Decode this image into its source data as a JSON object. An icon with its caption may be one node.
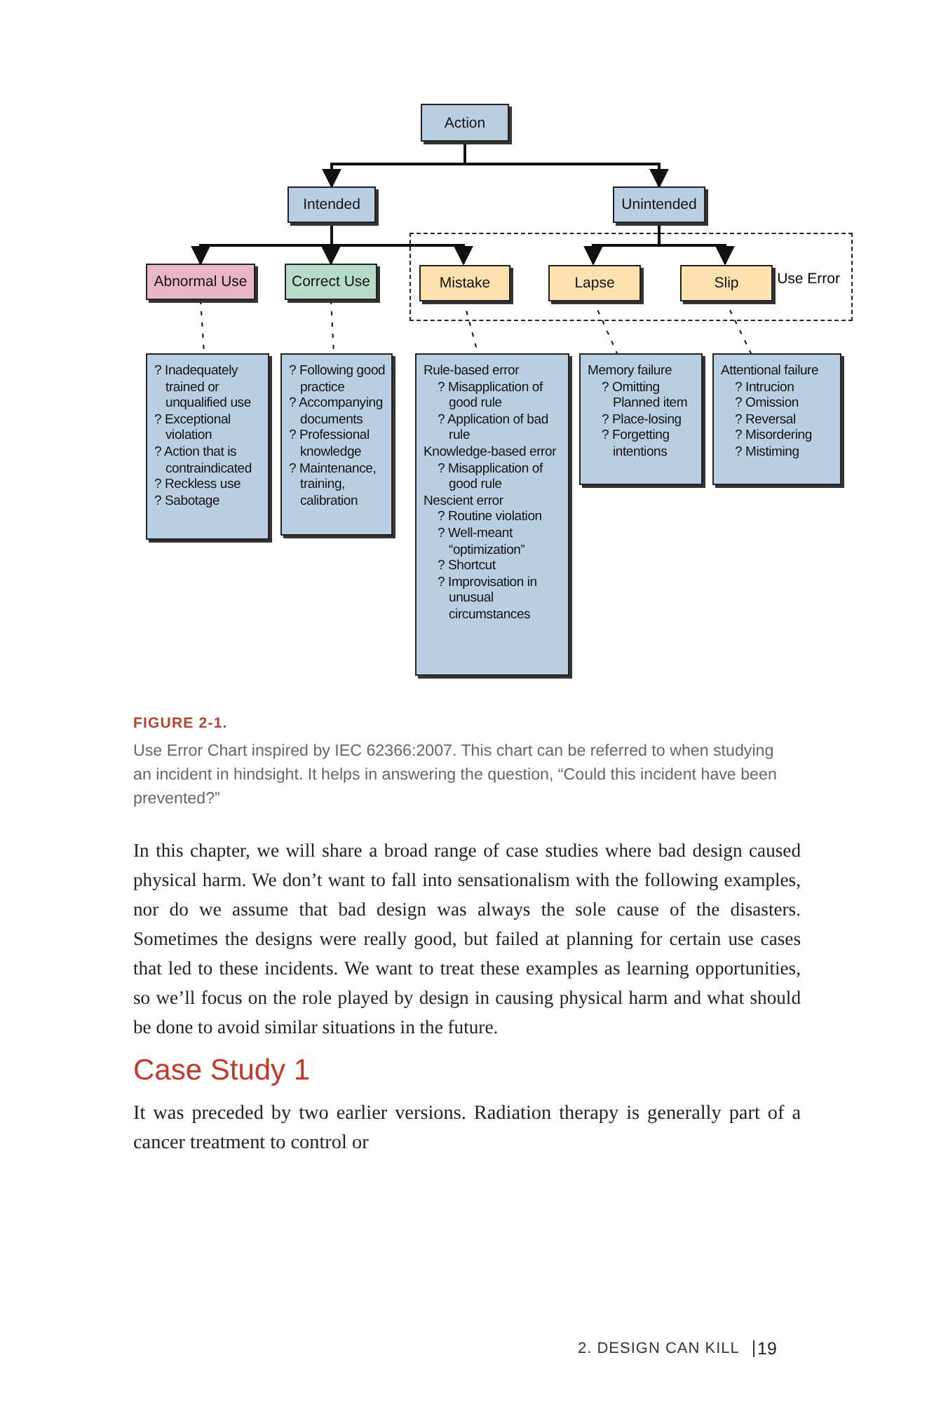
{
  "diagram": {
    "caption": "Use Error Chart inspired by IEC 62366:2007. This chart can be referred to when studying an incident in hindsight. It helps in answering the question, “Could this incident have been prevented?”",
    "nodes": [
      {
        "text": [
          "Action"
        ]
      },
      {
        "text": [
          "Intended"
        ]
      },
      {
        "text": [
          "Unintended"
        ]
      },
      {
        "text": [
          "Abnormal Use"
        ]
      },
      {
        "text": [
          "Correct Use"
        ]
      },
      {
        "text": [
          "Use Error"
        ]
      },
      {
        "text": [
          "Mistake"
        ],
        "in": 5
      },
      {
        "text": [
          "Lapse"
        ],
        "in": 5
      },
      {
        "text": [
          "Slip"
        ],
        "in": 5
      },
      {
        "text": [
          "? Inadequately trained or unqualified use",
          "? Exceptional violation",
          "? Action that is contraindicated",
          "? Reckless use",
          "? Sabotage"
        ]
      },
      {
        "text": [
          "? Following good practice",
          "? Accompanying documents",
          "? Professional knowledge",
          "? Maintenance, training, calibration"
        ]
      },
      {
        "text": [
          "Rule-based error",
          "? Misapplication of good rule",
          "? Application of bad rule",
          "Knowledge-based error",
          "? Misapplication of good rule",
          "Nescient error",
          "? Routine violation",
          "? Well-meant “optimization”",
          "? Shortcut",
          "? Improvisation in unusual circumstances"
        ]
      },
      {
        "text": [
          "Memory failure",
          "? Omitting Planned item",
          "? Place-losing",
          "? Forgetting intentions"
        ]
      },
      {
        "text": [
          "Attentional failure",
          "? Intrucion",
          "? Omission",
          "? Reversal",
          "? Misordering",
          "? Mistiming"
        ]
      }
    ],
    "edges": [
      {
        "from": 0,
        "to": 1,
        "arrow": "to"
      },
      {
        "from": 0,
        "to": 2,
        "arrow": "to"
      },
      {
        "from": 1,
        "to": 3,
        "arrow": "to"
      },
      {
        "from": 1,
        "to": 4,
        "arrow": "to"
      },
      {
        "from": 1,
        "to": 6,
        "arrow": "to"
      },
      {
        "from": 2,
        "to": 7,
        "arrow": "to"
      },
      {
        "from": 2,
        "to": 8,
        "arrow": "to"
      },
      {
        "from": 3,
        "to": 9,
        "arrow": "none",
        "style": "dashed"
      },
      {
        "from": 4,
        "to": 10,
        "arrow": "none",
        "style": "dashed"
      },
      {
        "from": 6,
        "to": 11,
        "arrow": "none",
        "style": "dashed"
      },
      {
        "from": 7,
        "to": 12,
        "arrow": "none",
        "style": "dashed"
      },
      {
        "from": 8,
        "to": 13,
        "arrow": "none",
        "style": "dashed"
      }
    ],
    "labels": [
      "FIGURE 2-1.",
      "In this chapter, we will share a broad range of case studies where bad design caused physical harm. We don’t want to fall into sensationalism with the following examples, nor do we assume that bad design was always the sole cause of the disasters. Sometimes the designs were really good, but failed at planning for certain use cases that led to these incidents. We want to treat these examples as learning opportunities, so we’ll focus on the role played by design in causing physical harm and what should be done to avoid similar situations in the future.",
      "Case Study 1",
      "It was preceded by two earlier versions. Radiation therapy is generally part of a cancer treatment to control or",
      "2. DESIGN CAN KILL",
      "19"
    ]
  }
}
